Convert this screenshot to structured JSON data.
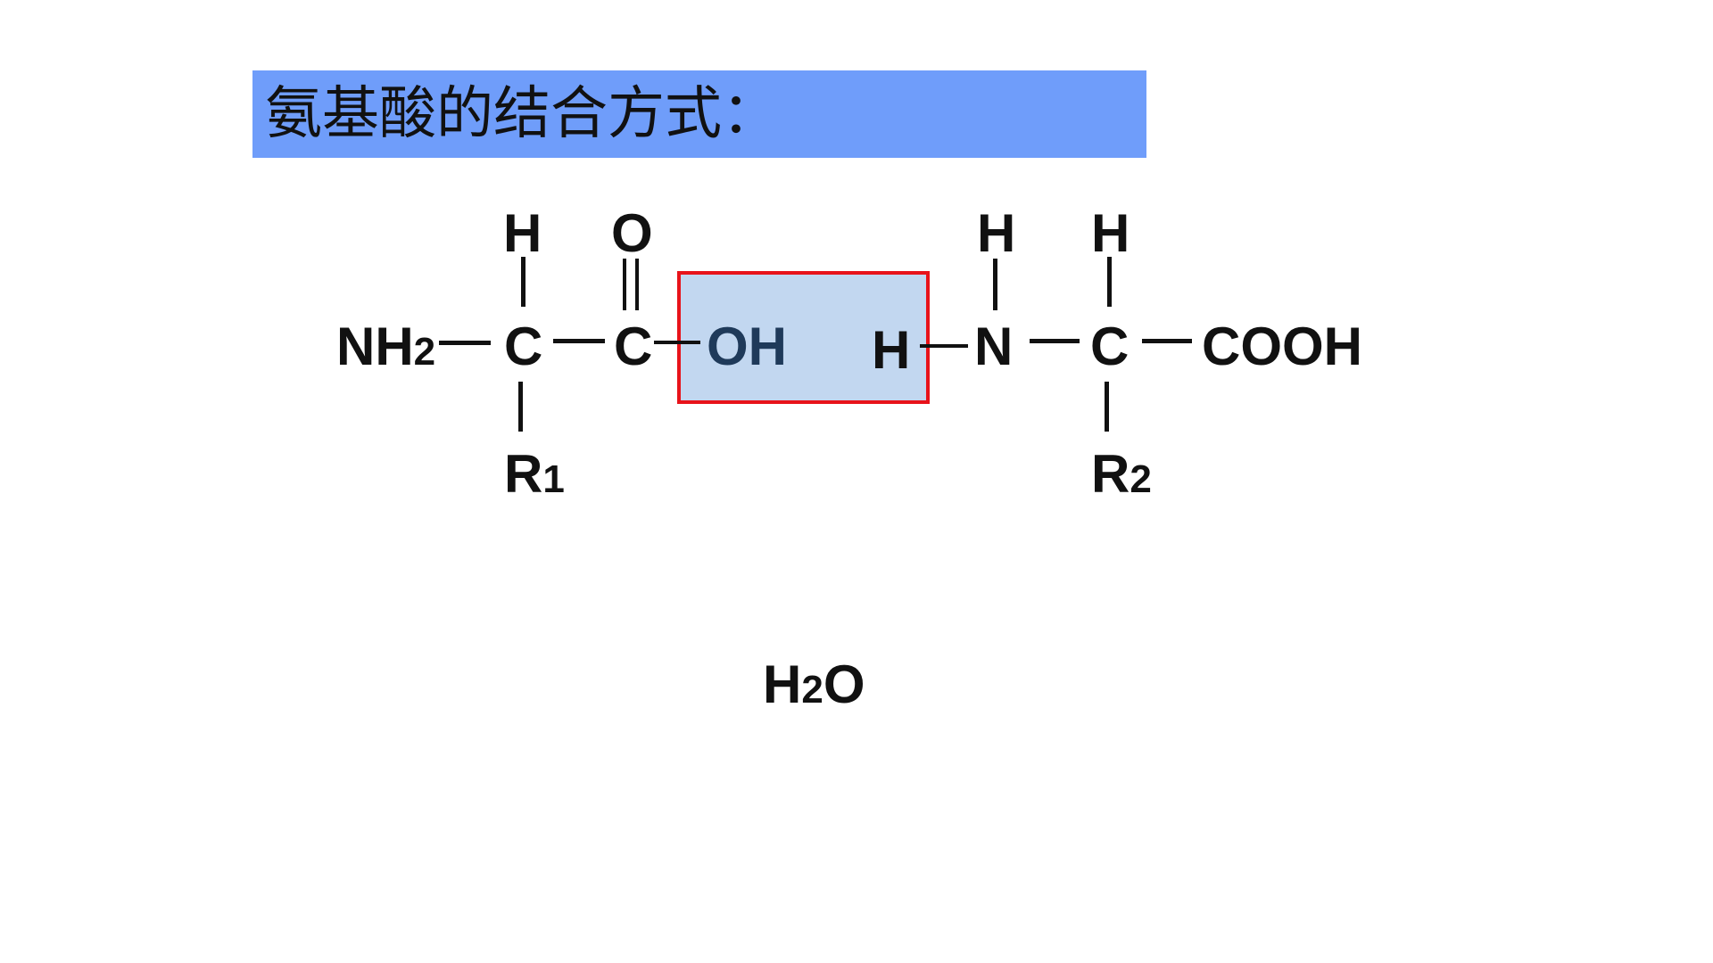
{
  "title": "氨基酸的结合方式：",
  "molecule": {
    "nh": "NH",
    "nh_sub": "2",
    "c1": "C",
    "c1_top": "H",
    "r1": "R",
    "r1_sub": "1",
    "c2": "C",
    "c2_top": "O",
    "oh": "OH",
    "h_left": "H",
    "n": "N",
    "n_top": "H",
    "c3": "C",
    "c3_top": "H",
    "r2": "R",
    "r2_sub": "2",
    "cooh": "COOH"
  },
  "product": {
    "h": "H",
    "sub": "2",
    "o": "O"
  },
  "colors": {
    "title_bar": "#6f9dfa",
    "highlight_fill": "#c2d7f0",
    "highlight_border": "#e8131a"
  }
}
